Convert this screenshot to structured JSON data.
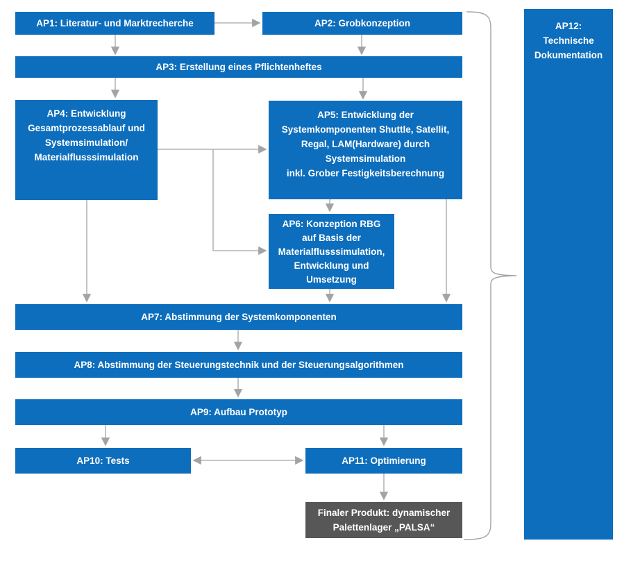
{
  "nodes": {
    "ap1": "AP1: Literatur- und Marktrecherche",
    "ap2": "AP2: Grobkonzeption",
    "ap3": "AP3: Erstellung eines Pflichtenheftes",
    "ap4": "AP4: Entwicklung\nGesamtprozessablauf und\nSystemsimulation/\nMaterialflusssimulation",
    "ap5": "AP5: Entwicklung der\nSystemkomponenten Shuttle, Satellit,\nRegal, LAM(Hardware) durch\nSystemsimulation\ninkl. Grober Festigkeitsberechnung",
    "ap6": "AP6: Konzeption RBG\nauf Basis der\nMaterialflusssimulation,\nEntwicklung und\nUmsetzung",
    "ap7": "AP7: Abstimmung der Systemkomponenten",
    "ap8": "AP8: Abstimmung der Steuerungstechnik und der Steuerungsalgorithmen",
    "ap9": "AP9: Aufbau Prototyp",
    "ap10": "AP10: Tests",
    "ap11": "AP11: Optimierung",
    "ap12": "AP12:\nTechnische\nDokumentation",
    "final": "Finaler Produkt: dynamischer\nPalettenlager „PALSA“"
  },
  "edges": [
    {
      "from": "ap1",
      "to": "ap2"
    },
    {
      "from": "ap1",
      "to": "ap3"
    },
    {
      "from": "ap2",
      "to": "ap3"
    },
    {
      "from": "ap3",
      "to": "ap4"
    },
    {
      "from": "ap3",
      "to": "ap5"
    },
    {
      "from": "ap4",
      "to": "ap5"
    },
    {
      "from": "ap4",
      "to": "ap6"
    },
    {
      "from": "ap5",
      "to": "ap6"
    },
    {
      "from": "ap4",
      "to": "ap7"
    },
    {
      "from": "ap5",
      "to": "ap7"
    },
    {
      "from": "ap6",
      "to": "ap7"
    },
    {
      "from": "ap7",
      "to": "ap8"
    },
    {
      "from": "ap8",
      "to": "ap9"
    },
    {
      "from": "ap9",
      "to": "ap10"
    },
    {
      "from": "ap9",
      "to": "ap11"
    },
    {
      "from": "ap10",
      "to": "ap11",
      "bidirectional": true
    },
    {
      "from": "ap11",
      "to": "final"
    }
  ],
  "brace": {
    "spans": "ap1-final",
    "points_to": "ap12"
  },
  "colors": {
    "node_blue": "#0d6ebd",
    "node_gray": "#575757",
    "arrow": "#a3a3a3",
    "text": "#ffffff"
  }
}
